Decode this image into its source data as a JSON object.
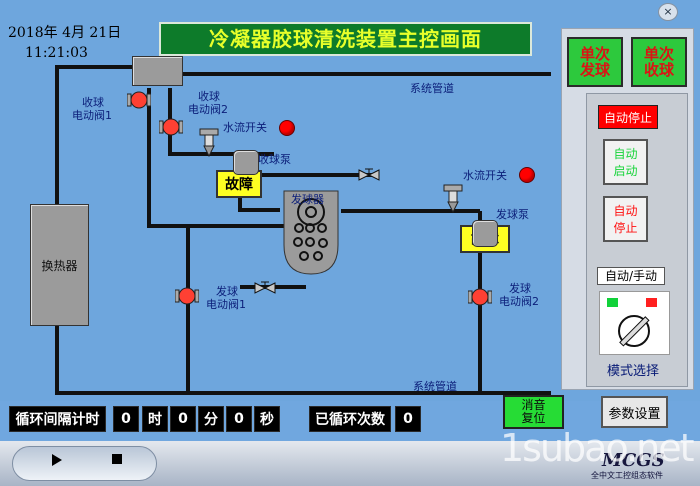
{
  "header": {
    "date": "2018年 4月 21日",
    "time": "11:21:03",
    "title": "冷凝器胶球清洗装置主控画面"
  },
  "pipes": {
    "system_pipe_top": "系统管道",
    "system_pipe_bottom": "系统管道"
  },
  "labels": {
    "collect_valve_1": [
      "收球",
      "电动阀1"
    ],
    "collect_valve_2": [
      "收球",
      "电动阀2"
    ],
    "water_switch_1": "水流开关",
    "water_switch_2": "水流开关",
    "collect_pump": "收球泵",
    "send_pump": "发球泵",
    "send_valve_1": [
      "发球",
      "电动阀1"
    ],
    "send_valve_2": [
      "发球",
      "电动阀2"
    ],
    "heat_exchanger": "换热器",
    "ball_sender": "发球器",
    "fault": "故障"
  },
  "right_panel": {
    "single_send": "单次\n发球",
    "single_collect": "单次\n收球",
    "auto_stop_status": "自动停止",
    "auto_start": "自动\n启动",
    "auto_stop_button": "自动\n停止",
    "mode_title": "自动/手动",
    "mode_select": "模式选择"
  },
  "bottom": {
    "cycle_interval_label": "循环间隔计时",
    "hour": "0",
    "hour_unit": "时",
    "minute": "0",
    "minute_unit": "分",
    "second": "0",
    "second_unit": "秒",
    "cycle_count_label": "已循环次数",
    "cycle_count": "0",
    "mute_reset": "消音\n复位",
    "params": "参数设置"
  },
  "footer": {
    "brand": "MCGS",
    "subtitle": "全中文工控组态软件",
    "watermark": "1subao.net"
  },
  "colors": {
    "background": "#6ea6dd",
    "title_bg": "#0d7b2a",
    "title_text": "#e7ff2a",
    "fault_bg": "#ffff22",
    "alarm_red": "#ff0000",
    "button_green": "#2dc93d"
  },
  "icons": [
    "close-icon",
    "valve-icon",
    "water-switch-icon",
    "play-icon",
    "stop-icon",
    "mode-knob-icon"
  ]
}
